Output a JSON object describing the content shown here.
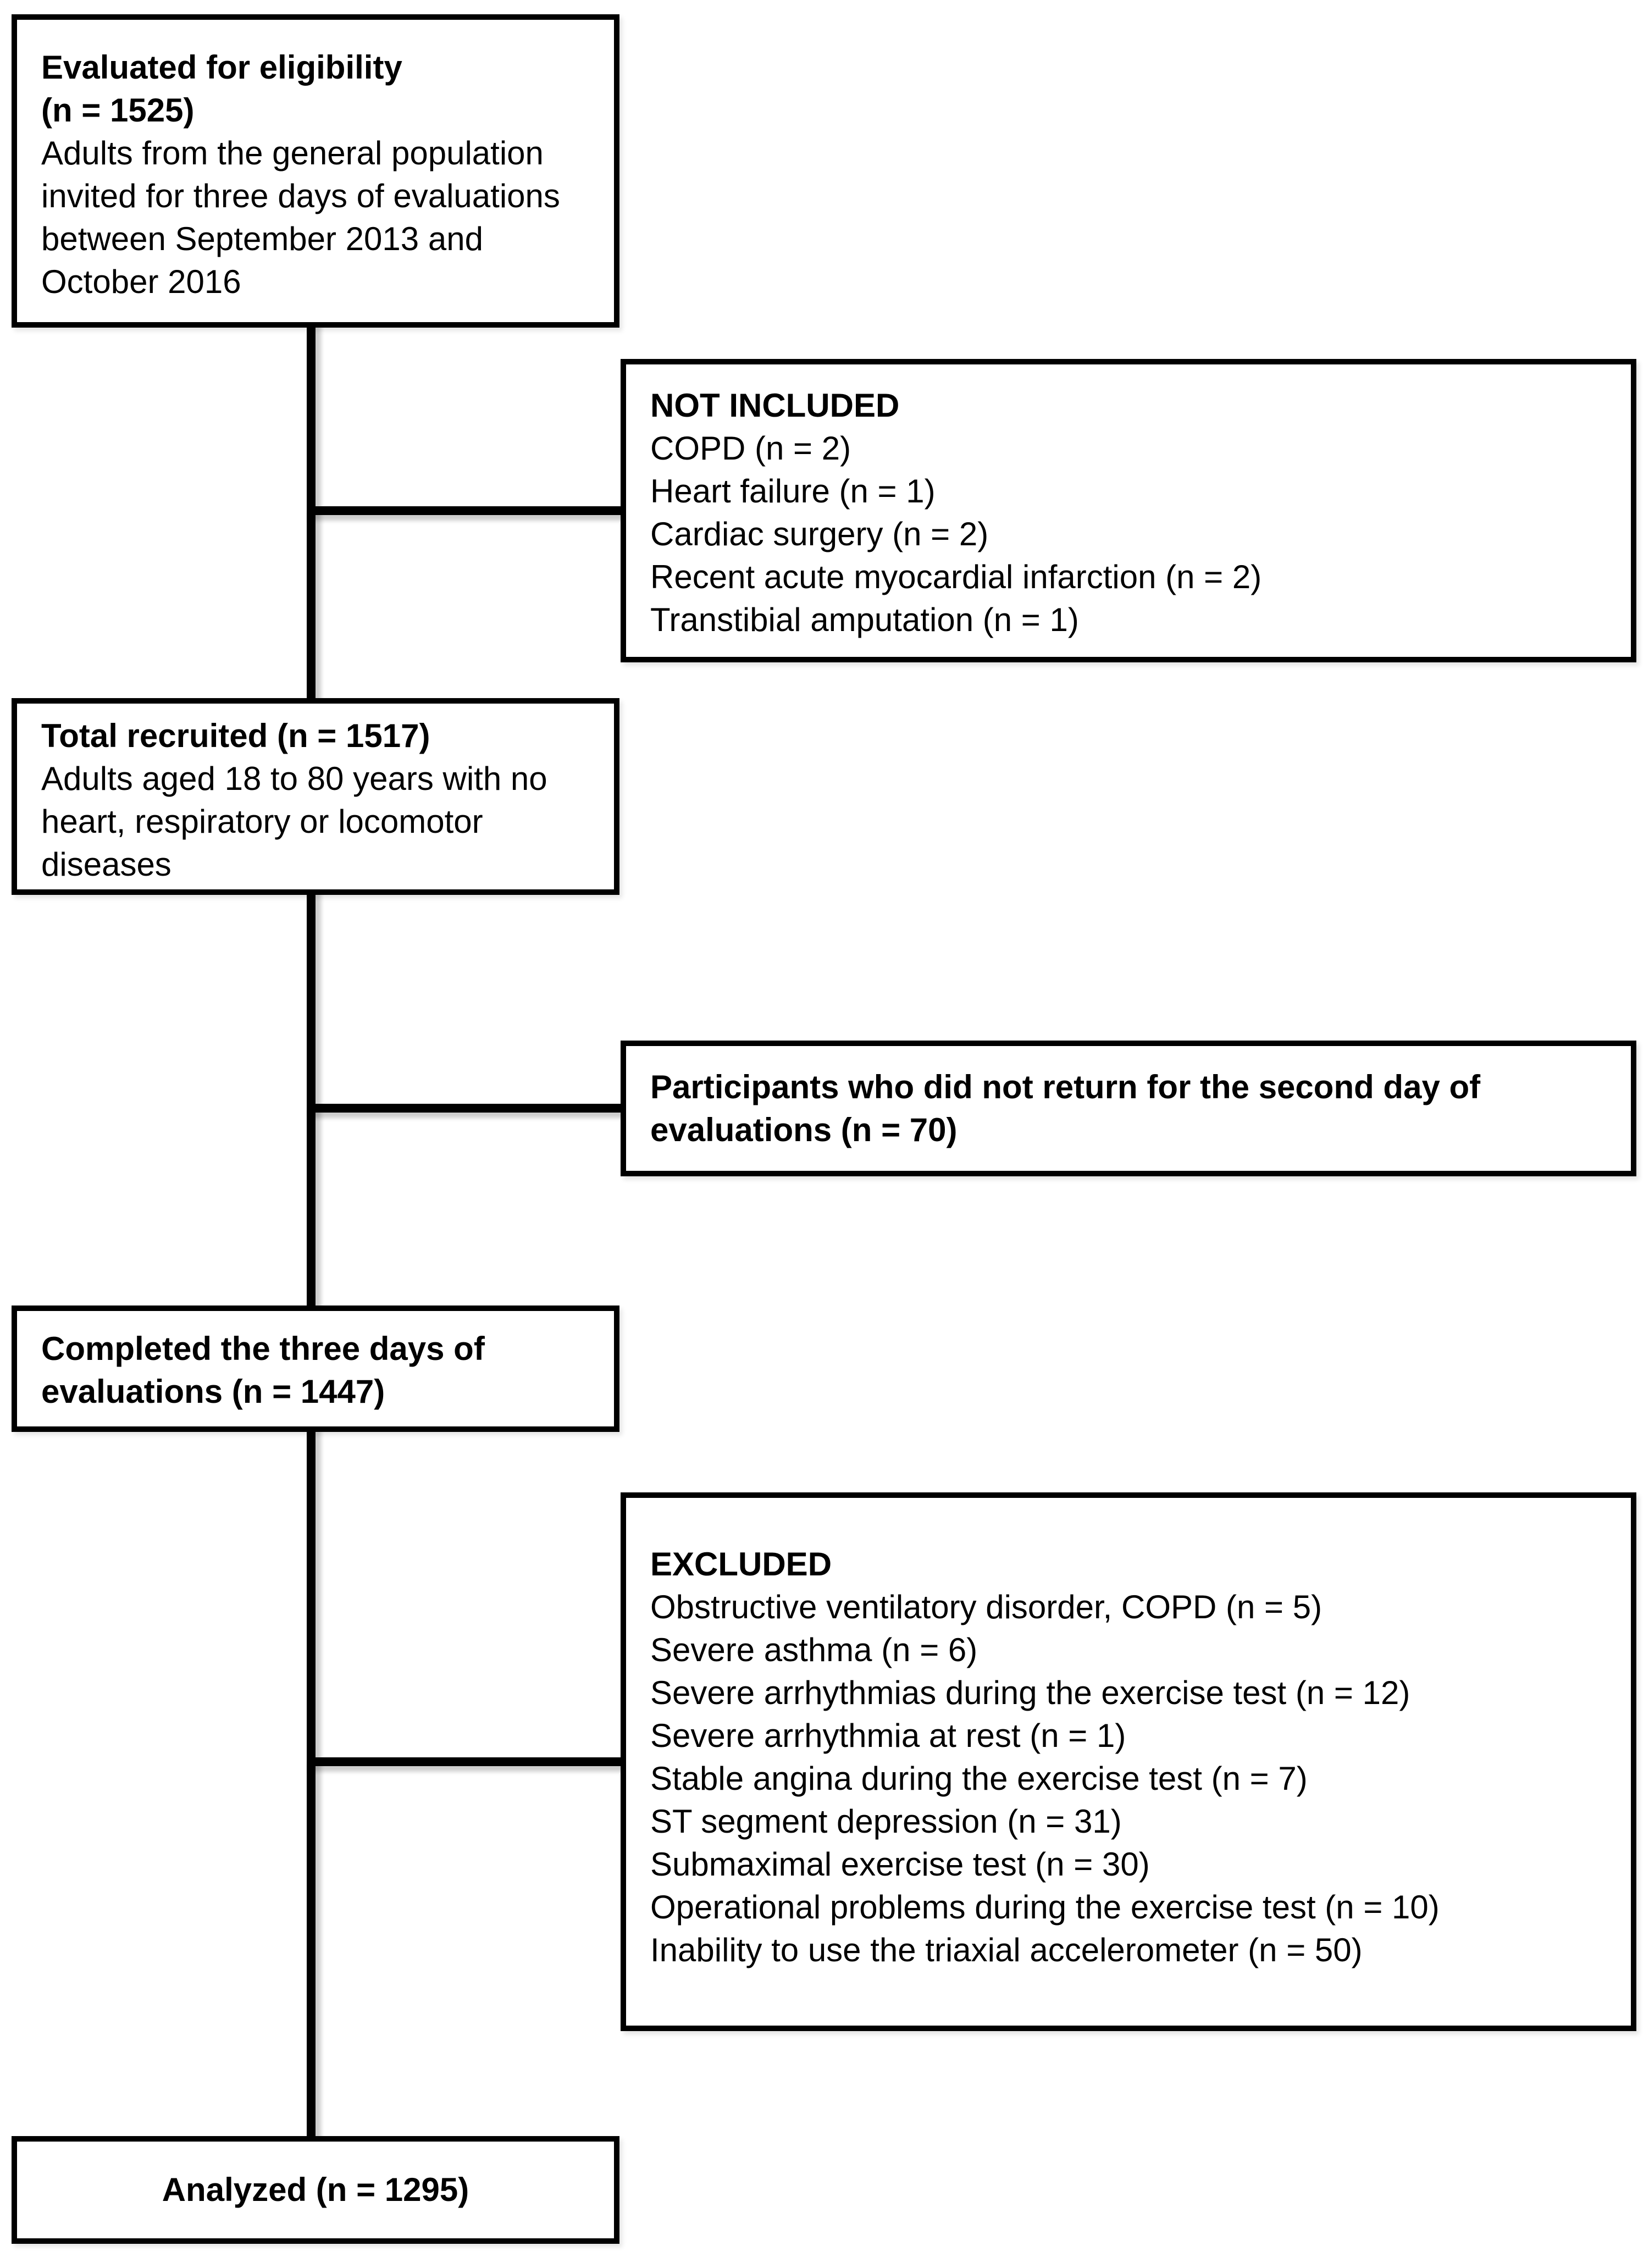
{
  "colors": {
    "background": "#ffffff",
    "box_border": "#000000",
    "connector_line": "#000000",
    "text": "#000000"
  },
  "eligibility_box": {
    "heading_line1": "Evaluated for eligibility",
    "heading_line2": "(n = 1525)",
    "body": "Adults from the general population invited for three days of evaluations between September 2013 and October 2016"
  },
  "not_included_box": {
    "heading": "NOT INCLUDED",
    "items": [
      "COPD (n = 2)",
      "Heart failure (n = 1)",
      "Cardiac surgery (n = 2)",
      "Recent acute myocardial infarction (n = 2)",
      "Transtibial amputation (n = 1)"
    ]
  },
  "recruited_box": {
    "heading": "Total recruited (n = 1517)",
    "body": "Adults aged 18 to 80 years with no heart, respiratory or locomotor diseases"
  },
  "no_return_box": {
    "text": "Participants who did not return for the second day of evaluations (n = 70)"
  },
  "completed_box": {
    "text": "Completed the three days of evaluations (n = 1447)"
  },
  "excluded_box": {
    "heading": "EXCLUDED",
    "items": [
      "Obstructive ventilatory disorder, COPD (n = 5)",
      "Severe asthma (n = 6)",
      "Severe arrhythmias during the exercise test (n = 12)",
      "Severe arrhythmia at rest (n = 1)",
      "Stable angina during the exercise test (n = 7)",
      "ST segment depression (n = 31)",
      "Submaximal exercise test (n = 30)",
      "Operational problems during the exercise test (n = 10)",
      "Inability to use the triaxial accelerometer (n = 50)"
    ]
  },
  "analyzed_box": {
    "text": "Analyzed (n = 1295)"
  }
}
